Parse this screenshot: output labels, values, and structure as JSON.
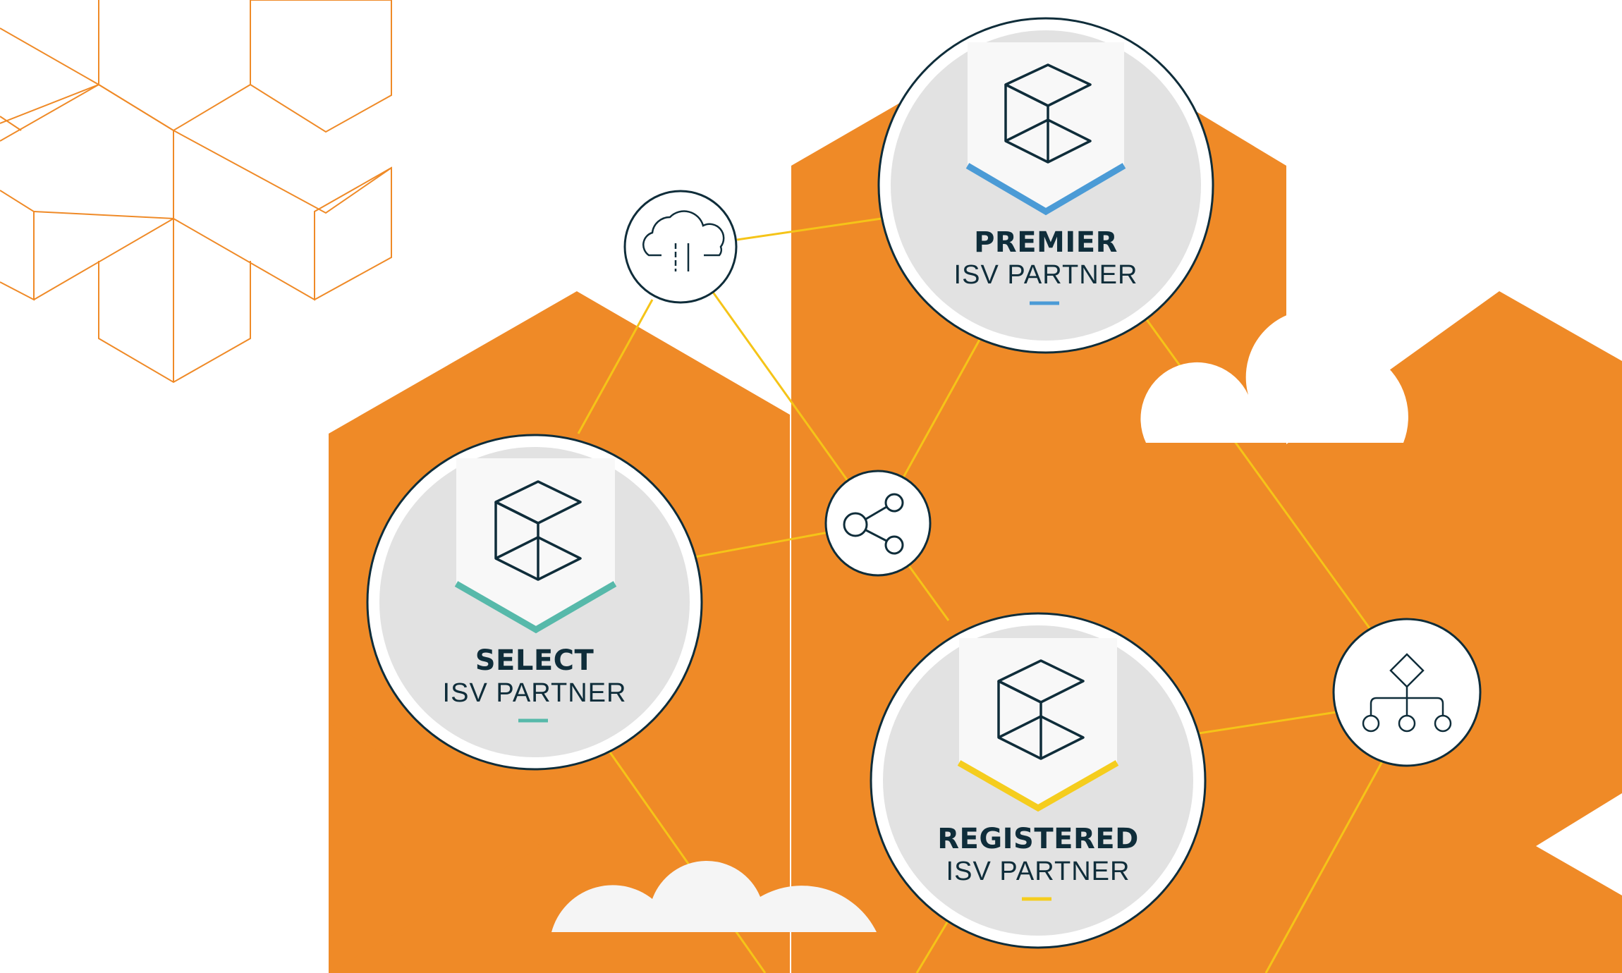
{
  "colors": {
    "orange": "#ef8a27",
    "lines": "#f5c418",
    "navy": "#0f2d3a",
    "badge_gray": "#e2e2e2",
    "ribbon": "#f8f8f8",
    "premier_accent": "#4b9bd6",
    "select_accent": "#57b9aa",
    "registered_accent": "#f5cd1e",
    "cloud": "#f5f5f5"
  },
  "badges": {
    "premier": {
      "title": "PREMIER",
      "subtitle": "ISV PARTNER"
    },
    "select": {
      "title": "SELECT",
      "subtitle": "ISV PARTNER"
    },
    "registered": {
      "title": "REGISTERED",
      "subtitle": "ISV PARTNER"
    }
  },
  "icons": {
    "cloud_node": "cloud-upload-icon",
    "share_node": "share-icon",
    "hierarchy_node": "hierarchy-icon",
    "badge_logo": "cube-logo-icon"
  }
}
